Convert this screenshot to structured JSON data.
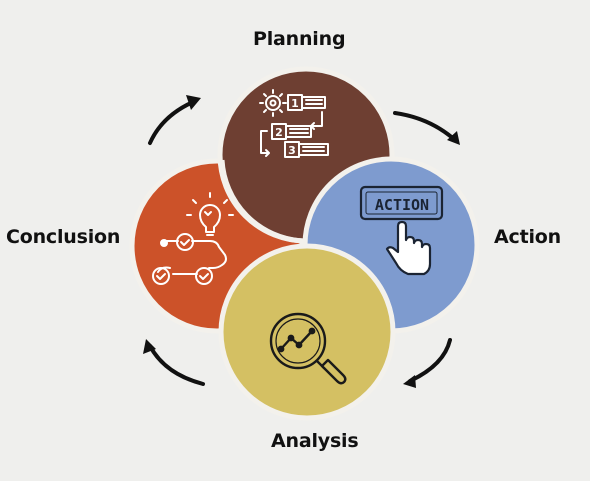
{
  "stages": {
    "planning": {
      "label": "Planning",
      "icon": "numbered-checklist-gear-icon",
      "color": "#6e3f32"
    },
    "action": {
      "label": "Action",
      "icon": "action-button-hand-icon",
      "color": "#7e9bcf"
    },
    "analysis": {
      "label": "Analysis",
      "icon": "magnifier-chart-icon",
      "color": "#d4c063"
    },
    "conclusion": {
      "label": "Conclusion",
      "icon": "lightbulb-path-checkmarks-icon",
      "color": "#cc5229"
    }
  },
  "icon_text": {
    "step_1": "1",
    "step_2": "2",
    "step_3": "3",
    "action_button": "ACTION"
  },
  "cycle_direction": "clockwise",
  "background_color": "#efefed",
  "arrow_color": "#111111"
}
